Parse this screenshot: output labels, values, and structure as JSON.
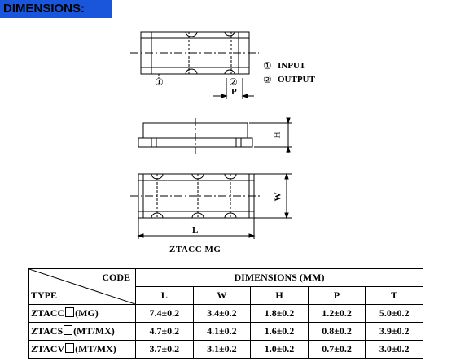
{
  "header": {
    "title": "DIMENSIONS:"
  },
  "legend": {
    "input_marker": "①",
    "input_label": "INPUT",
    "output_marker": "②",
    "output_label": "OUTPUT"
  },
  "drawing_labels": {
    "pin1": "①",
    "pin2": "②",
    "p": "P",
    "h": "H",
    "w": "W",
    "l": "L"
  },
  "caption": "ZTACC  MG",
  "table": {
    "code_label": "CODE",
    "type_label": "TYPE",
    "dimensions_label": "DIMENSIONS (MM)",
    "columns": [
      "L",
      "W",
      "H",
      "P",
      "T"
    ],
    "rows": [
      {
        "type_prefix": "ZTACC",
        "type_suffix": "(MG)",
        "values": [
          "7.4±0.2",
          "3.4±0.2",
          "1.8±0.2",
          "1.2±0.2",
          "5.0±0.2"
        ]
      },
      {
        "type_prefix": "ZTACS",
        "type_suffix": "(MT/MX)",
        "values": [
          "4.7±0.2",
          "4.1±0.2",
          "1.6±0.2",
          "0.8±0.2",
          "3.9±0.2"
        ]
      },
      {
        "type_prefix": "ZTACV",
        "type_suffix": "(MT/MX)",
        "values": [
          "3.7±0.2",
          "3.1±0.2",
          "1.0±0.2",
          "0.7±0.2",
          "3.0±0.2"
        ]
      }
    ]
  }
}
